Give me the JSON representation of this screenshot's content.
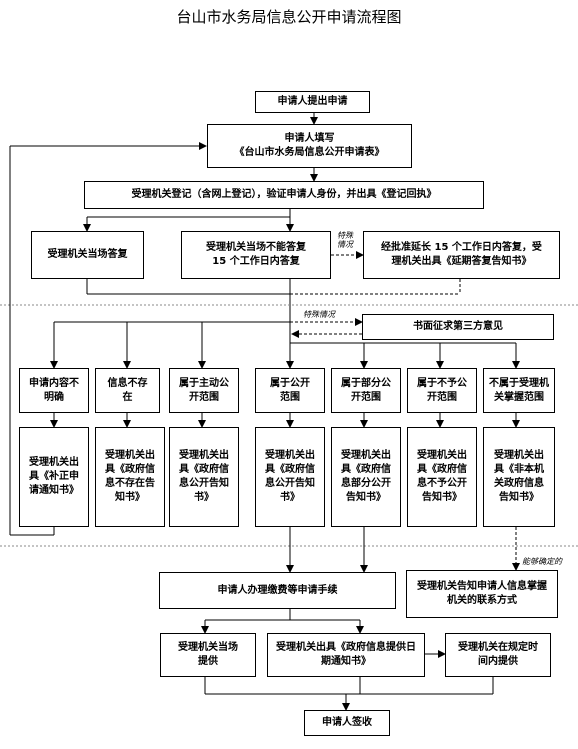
{
  "title": "台山市水务局信息公开申请流程图",
  "nodes": {
    "apply": "申请人提出申请",
    "fill_line1": "申请人填写",
    "fill_line2": "《台山市水务局信息公开申请表》",
    "register": "受理机关登记（含网上登记），验证申请人身份，并出具《登记回执》",
    "reply_now": "受理机关当场答复",
    "cannot_now_line1": "受理机关当场不能答复",
    "cannot_now_line2": "15 个工作日内答复",
    "extend_line1": "经批准延长 15 个工作日内答复，受",
    "extend_line2": "理机关出具《延期答复告知书》",
    "third_party": "书面征求第三方意见",
    "cat_unclear": "申请内容不明确",
    "cat_not_exist": "信息不存在",
    "cat_active": "属于主动公开范围",
    "cat_open": "属于公开范围",
    "cat_partial": "属于部分公开范围",
    "cat_withheld": "属于不予公开范围",
    "cat_not_held": "不属于受理机关掌握范围",
    "notice_correction": "受理机关出具《补正申请通知书》",
    "notice_not_exist": "受理机关出具《政府信息不存在告知书》",
    "notice_active": "受理机关出具《政府信息公开告知书》",
    "notice_open": "受理机关出具《政府信息公开告知书》",
    "notice_partial": "受理机关出具《政府信息部分公开告知书》",
    "notice_withheld": "受理机关出具《政府信息不予公开告知书》",
    "notice_not_held": "受理机关出具《非本机关政府信息告知书》",
    "fee": "申请人办理缴费等申请手续",
    "inform_contact": "受理机关告知申请人信息掌握机关的联系方式",
    "provide_now": "受理机关当场提供",
    "date_notice": "受理机关出具《政府信息提供日期通知书》",
    "provide_later": "受理机关在规定时间内提供",
    "sign": "申请人签收"
  },
  "edge_labels": {
    "special1": "特殊情况",
    "special2": "特殊情况",
    "determinable": "能够确定的"
  }
}
